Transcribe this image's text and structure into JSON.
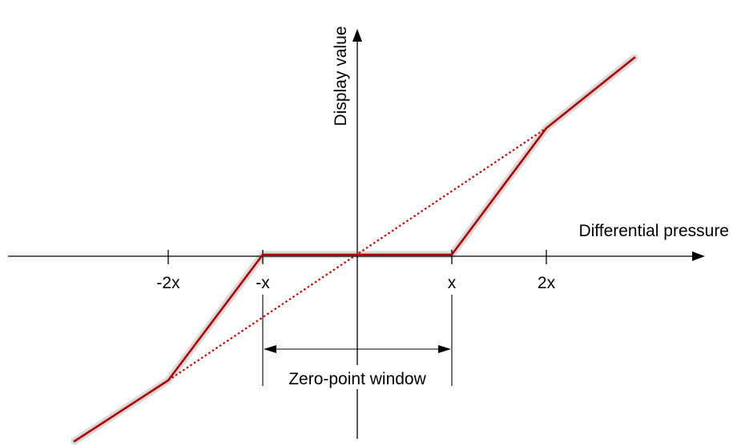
{
  "axes": {
    "x_label": "Differential pressure",
    "y_label": "Display value"
  },
  "ticks": {
    "minus_2x": "-2x",
    "minus_x": "-x",
    "x": "x",
    "plus_2x": "2x"
  },
  "window": {
    "label": "Zero-point window"
  },
  "colors": {
    "characteristic_line": "#b30000",
    "ideal_dotted_line": "#cc0000",
    "highlight_band": "#d9d9d9",
    "axis": "#000000"
  }
}
